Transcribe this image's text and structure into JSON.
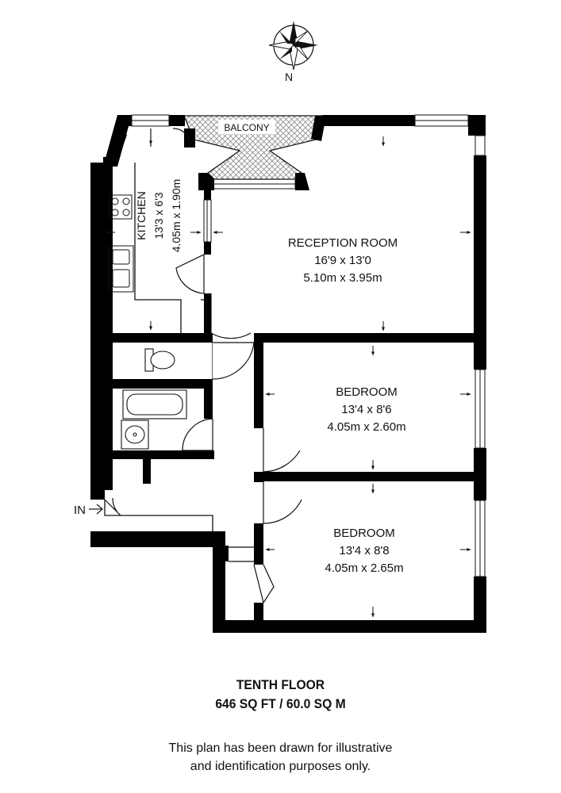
{
  "compass": {
    "label": "N"
  },
  "balcony": {
    "label": "BALCONY"
  },
  "kitchen": {
    "name": "KITCHEN",
    "imperial": "13'3 x 6'3",
    "metric": "4.05m x 1.90m"
  },
  "reception": {
    "name": "RECEPTION ROOM",
    "imperial": "16'9 x 13'0",
    "metric": "5.10m x 3.95m"
  },
  "bedroom1": {
    "name": "BEDROOM",
    "imperial": "13'4 x 8'6",
    "metric": "4.05m x 2.60m"
  },
  "bedroom2": {
    "name": "BEDROOM",
    "imperial": "13'4 x 8'8",
    "metric": "4.05m x 2.65m"
  },
  "entrance": {
    "label": "IN"
  },
  "footer": {
    "floor": "TENTH FLOOR",
    "area": "646 SQ FT / 60.0 SQ M",
    "disclaimer_line1": "This plan has been drawn for illustrative",
    "disclaimer_line2": "and identification purposes only."
  }
}
